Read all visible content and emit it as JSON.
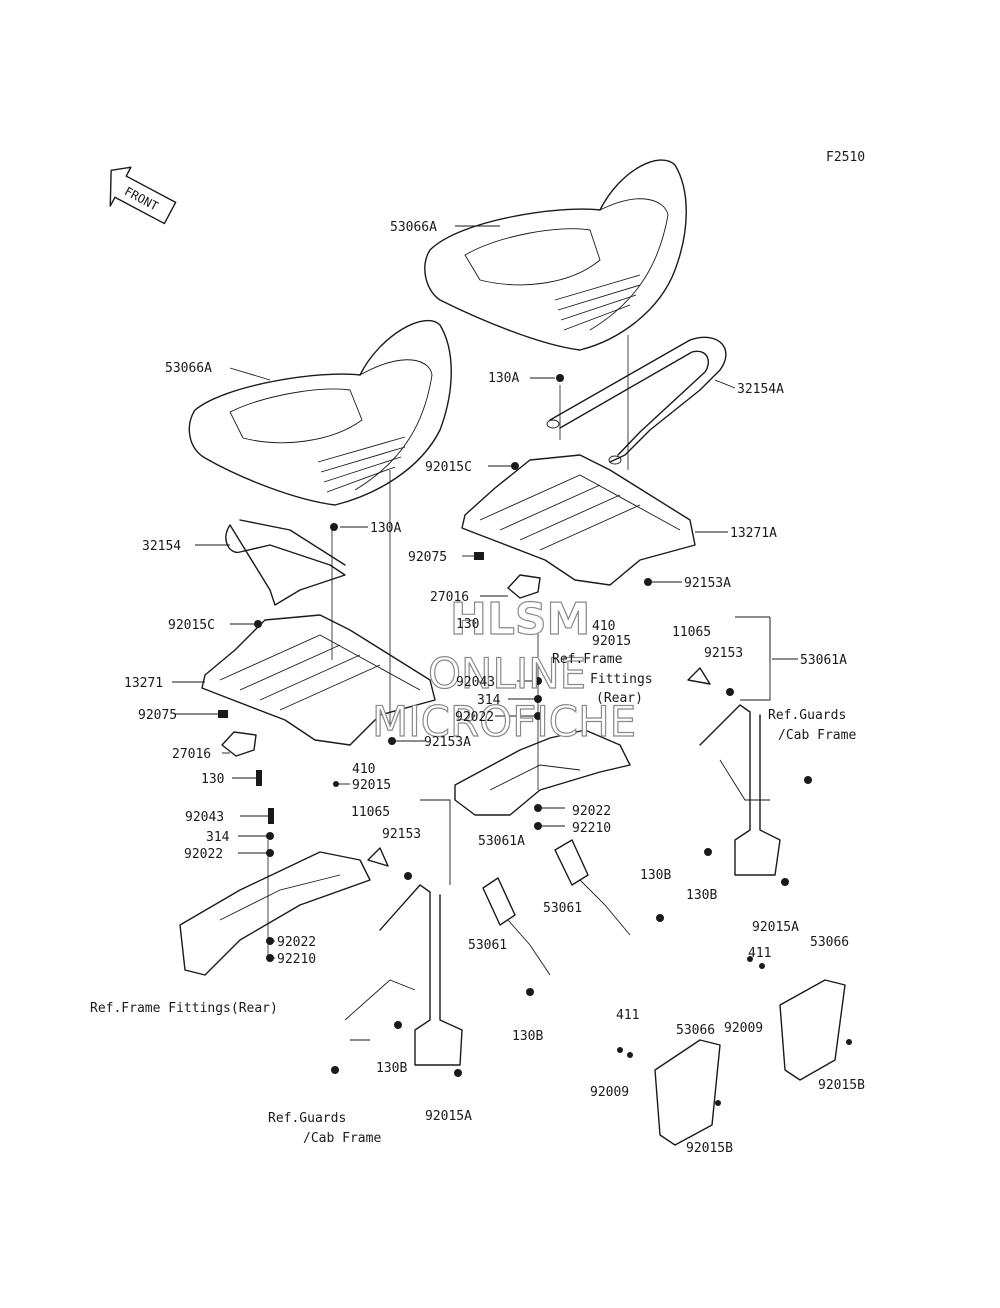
{
  "diagram_code": "F2510",
  "front_arrow": "FRONT",
  "watermark": [
    "HLSM",
    "ONLINE",
    "MICROFICHE"
  ],
  "labels": [
    {
      "id": "53066A-rear",
      "text": "53066A"
    },
    {
      "id": "53066A-front",
      "text": "53066A"
    },
    {
      "id": "130A-rear",
      "text": "130A"
    },
    {
      "id": "32154A",
      "text": "32154A"
    },
    {
      "id": "92015C-rear",
      "text": "92015C"
    },
    {
      "id": "13271A",
      "text": "13271A"
    },
    {
      "id": "32154",
      "text": "32154"
    },
    {
      "id": "130A-front",
      "text": "130A"
    },
    {
      "id": "92075-rear",
      "text": "92075"
    },
    {
      "id": "92153A-rear",
      "text": "92153A"
    },
    {
      "id": "27016-rear",
      "text": "27016"
    },
    {
      "id": "130-rear",
      "text": "130"
    },
    {
      "id": "410-rear",
      "text": "410"
    },
    {
      "id": "92015-rear",
      "text": "92015"
    },
    {
      "id": "ref-frame-rear-1",
      "text": "Ref.Frame"
    },
    {
      "id": "ref-frame-rear-2",
      "text": "Fittings"
    },
    {
      "id": "ref-frame-rear-3",
      "text": "(Rear)"
    },
    {
      "id": "11065-right",
      "text": "11065"
    },
    {
      "id": "92153-right",
      "text": "92153"
    },
    {
      "id": "53061A-right",
      "text": "53061A"
    },
    {
      "id": "92015C-front",
      "text": "92015C"
    },
    {
      "id": "13271",
      "text": "13271"
    },
    {
      "id": "92043-mid",
      "text": "92043"
    },
    {
      "id": "314-mid",
      "text": "314"
    },
    {
      "id": "92022-mid",
      "text": "92022"
    },
    {
      "id": "92075-front",
      "text": "92075"
    },
    {
      "id": "92153A-front",
      "text": "92153A"
    },
    {
      "id": "27016-front",
      "text": "27016"
    },
    {
      "id": "130-front",
      "text": "130"
    },
    {
      "id": "410-front",
      "text": "410"
    },
    {
      "id": "92015-front",
      "text": "92015"
    },
    {
      "id": "ref-guards-right-1",
      "text": "Ref.Guards"
    },
    {
      "id": "ref-guards-right-2",
      "text": "/Cab Frame"
    },
    {
      "id": "11065-left",
      "text": "11065"
    },
    {
      "id": "92153-left",
      "text": "92153"
    },
    {
      "id": "53061A-left",
      "text": "53061A"
    },
    {
      "id": "92022-mid2",
      "text": "92022"
    },
    {
      "id": "92210-mid",
      "text": "92210"
    },
    {
      "id": "92043-left",
      "text": "92043"
    },
    {
      "id": "314-left",
      "text": "314"
    },
    {
      "id": "92022-left",
      "text": "92022"
    },
    {
      "id": "92022-left2",
      "text": "92022"
    },
    {
      "id": "92210-left",
      "text": "92210"
    },
    {
      "id": "ref-frame-left",
      "text": "Ref.Frame Fittings(Rear)"
    },
    {
      "id": "53061-mid",
      "text": "53061"
    },
    {
      "id": "53061-left",
      "text": "53061"
    },
    {
      "id": "130B-mid",
      "text": "130B"
    },
    {
      "id": "130B-right",
      "text": "130B"
    },
    {
      "id": "130B-left",
      "text": "130B"
    },
    {
      "id": "130B-bottom",
      "text": "130B"
    },
    {
      "id": "92015A-right",
      "text": "92015A"
    },
    {
      "id": "92015A-left",
      "text": "92015A"
    },
    {
      "id": "ref-guards-left-1",
      "text": "Ref.Guards"
    },
    {
      "id": "ref-guards-left-2",
      "text": "/Cab Frame"
    },
    {
      "id": "53066-right",
      "text": "53066"
    },
    {
      "id": "411-right",
      "text": "411"
    },
    {
      "id": "92009-right",
      "text": "92009"
    },
    {
      "id": "92015B-right",
      "text": "92015B"
    },
    {
      "id": "53066-left",
      "text": "53066"
    },
    {
      "id": "411-left",
      "text": "411"
    },
    {
      "id": "92009-left",
      "text": "92009"
    },
    {
      "id": "92015B-left",
      "text": "92015B"
    }
  ]
}
